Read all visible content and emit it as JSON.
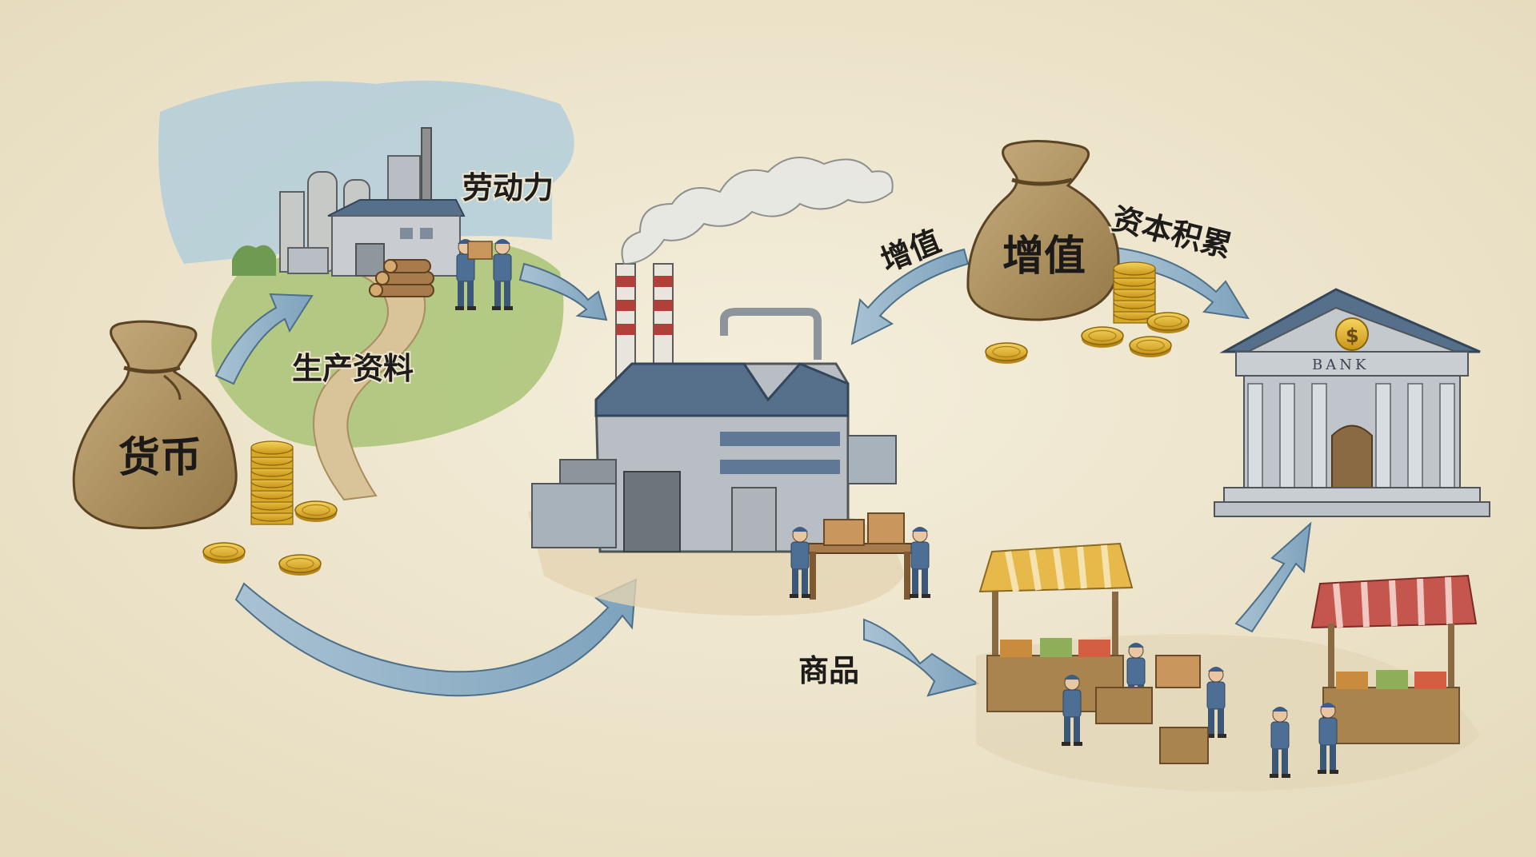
{
  "labels": {
    "money": "货币",
    "labor_power": "劳动力",
    "means_of_production": "生产资料",
    "commodity": "商品",
    "surplus_value_bag": "增值",
    "surplus_value_arrow": "增值",
    "capital_accumulation": "资本积累",
    "bank_sign": "BANK",
    "bank_coin_symbol": "$"
  },
  "colors": {
    "paper": "#efe6cf",
    "arrow_fill": "#8fb0c7",
    "arrow_stroke": "#4d6f88",
    "bag": "#b69a6c",
    "coin": "#e6b92f",
    "factory_roof": "#56708c",
    "factory_wall": "#b9bec4",
    "chimney_red": "#b2403a",
    "grass": "#9fbf6a",
    "sky": "#a7c9de",
    "awning_yellow": "#e6b94a",
    "awning_red": "#c4564e"
  },
  "icons": [
    "money-bag-icon",
    "gold-coin-icon",
    "factory-icon",
    "worker-icon",
    "bank-icon",
    "market-stall-icon",
    "smoke-icon",
    "log-pile-icon"
  ]
}
